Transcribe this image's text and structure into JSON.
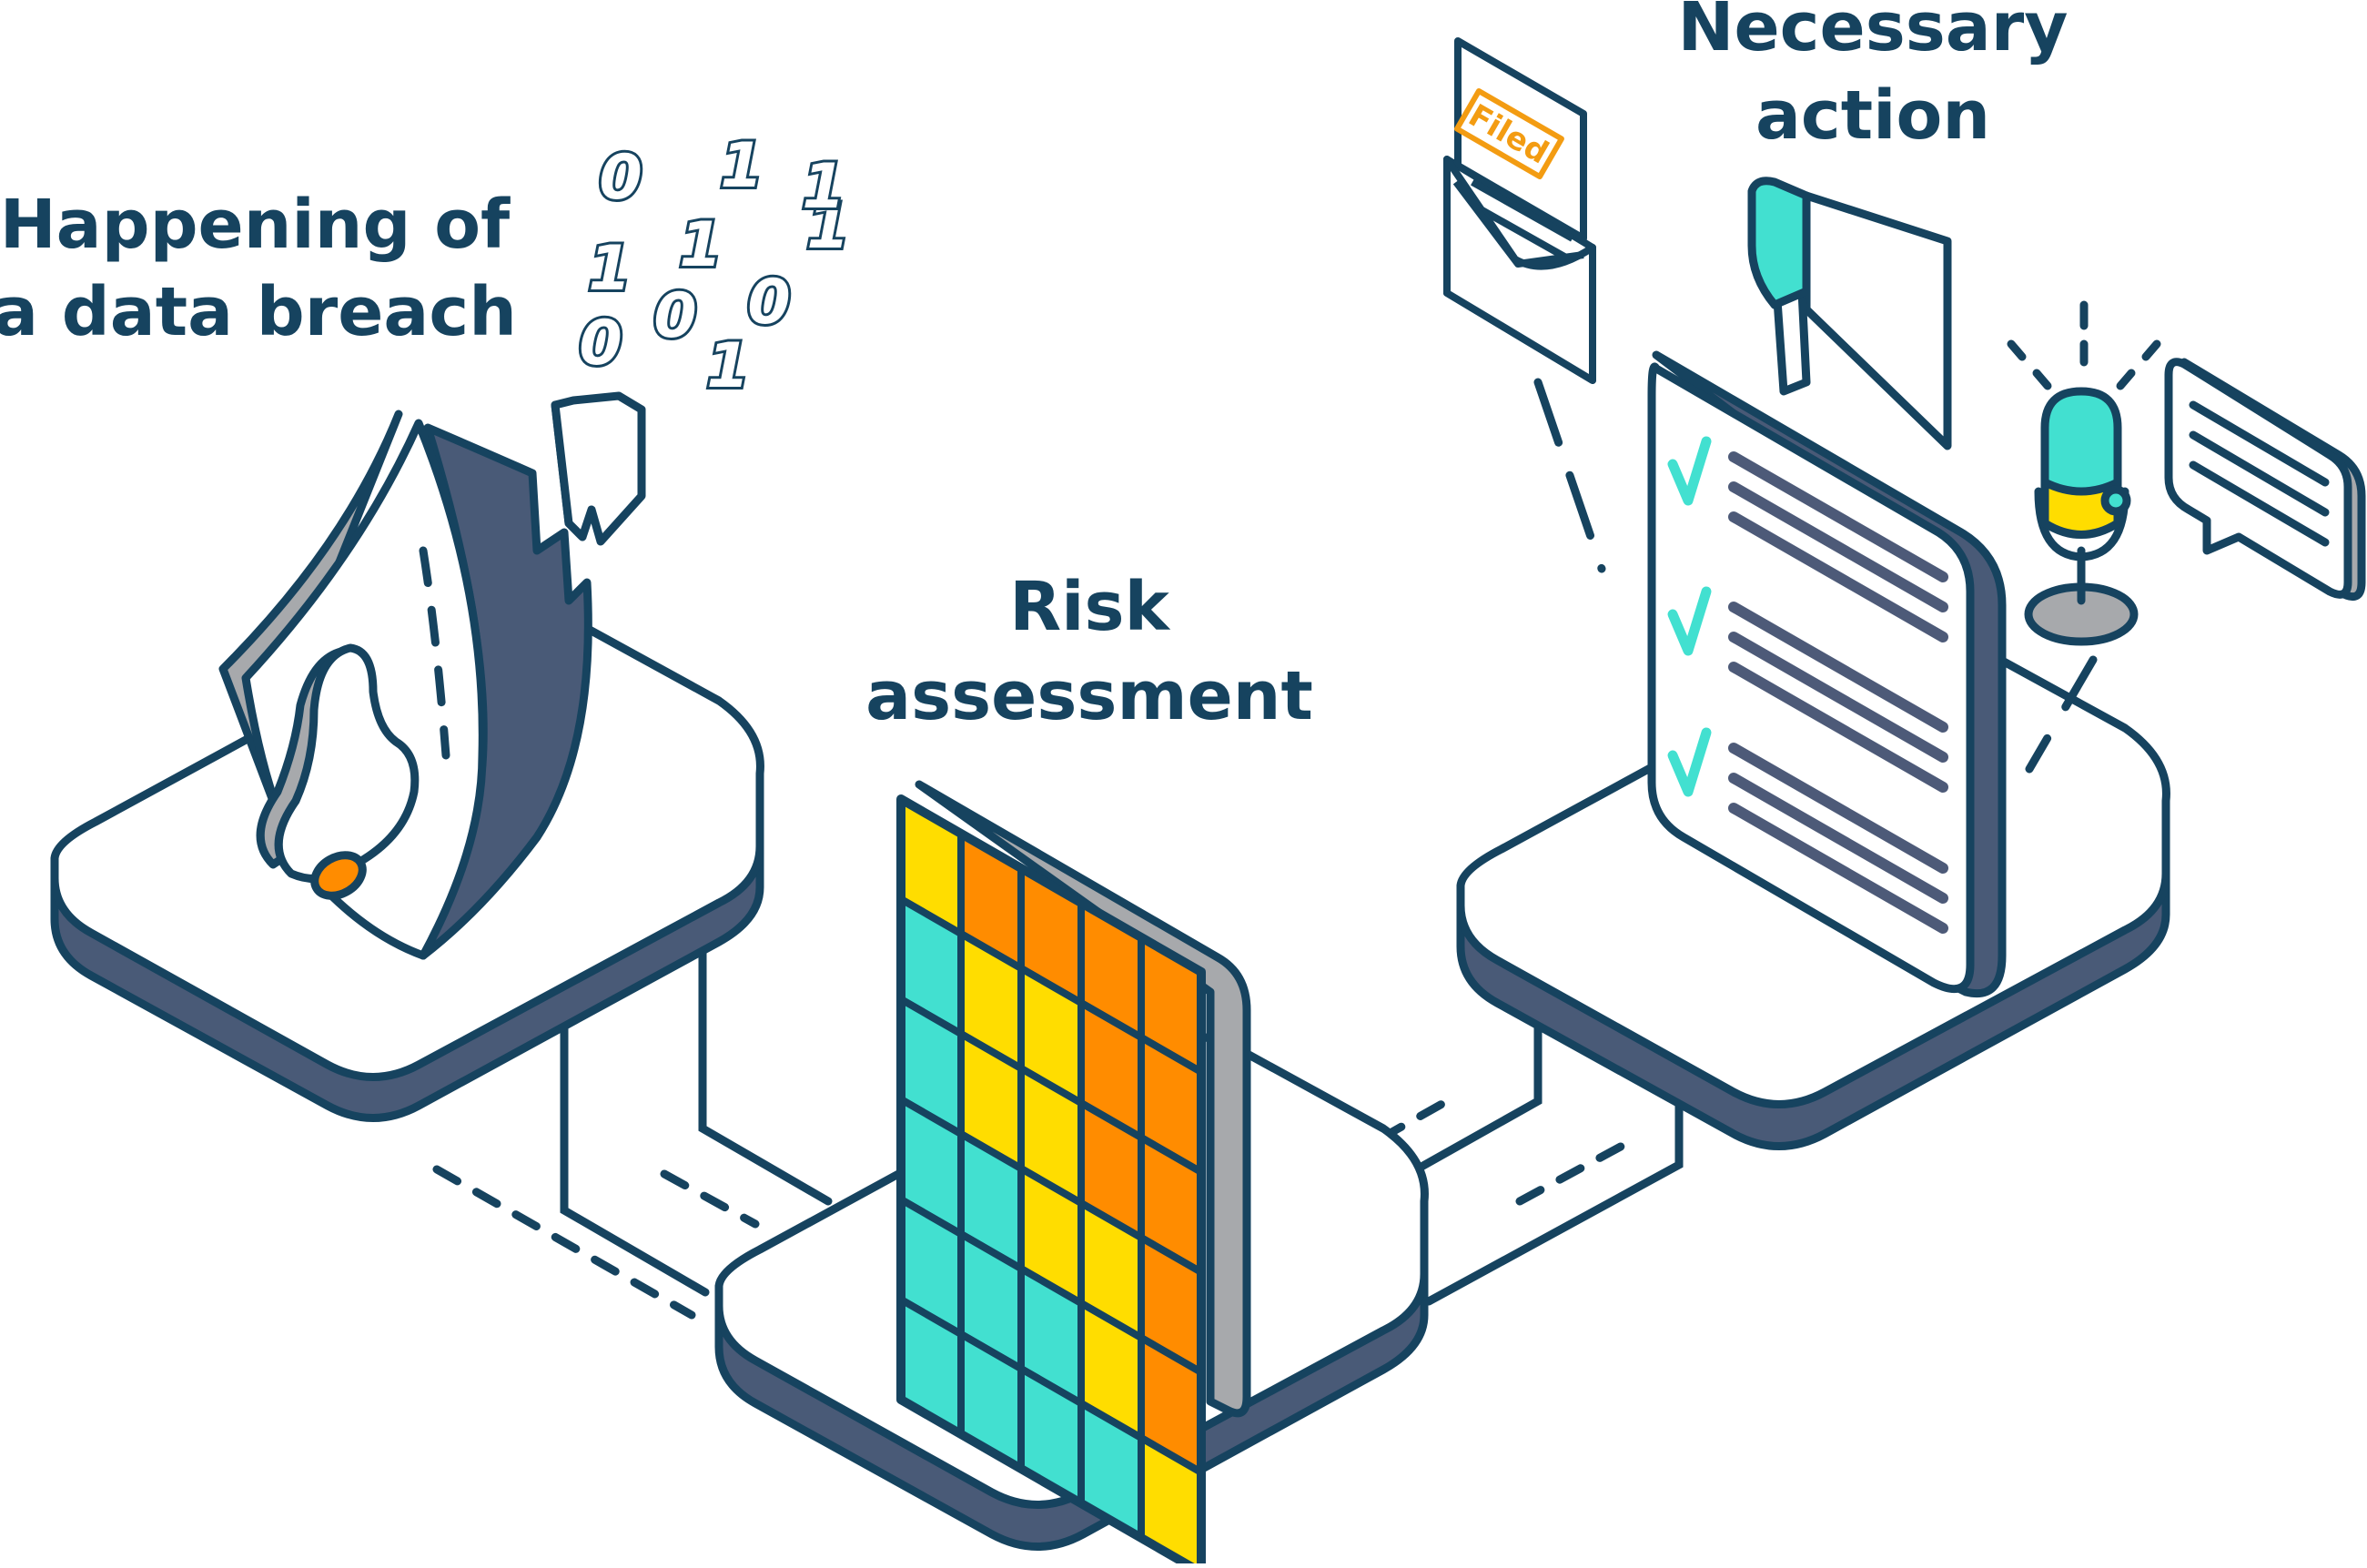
{
  "labels": {
    "breach_line1": "Happening of",
    "breach_line2": "a data breach",
    "risk_line1": "Risk",
    "risk_line2": "assessment",
    "action_line1": "Necessary",
    "action_line2": "action"
  },
  "binary_digits": [
    "0",
    "1",
    "1",
    "1",
    "1",
    "0",
    "0",
    "0",
    "1",
    "1"
  ],
  "stamp_text": "Filed",
  "risk_matrix": [
    [
      "yellow",
      "orange",
      "orange",
      "orange",
      "orange"
    ],
    [
      "teal",
      "yellow",
      "yellow",
      "orange",
      "orange"
    ],
    [
      "teal",
      "yellow",
      "yellow",
      "orange",
      "orange"
    ],
    [
      "teal",
      "teal",
      "yellow",
      "yellow",
      "orange"
    ],
    [
      "teal",
      "teal",
      "teal",
      "yellow",
      "orange"
    ],
    [
      "teal",
      "teal",
      "teal",
      "teal",
      "yellow"
    ]
  ],
  "colors": {
    "outline": "#16435f",
    "platform_side": "#495a77",
    "teal": "#42e0d0",
    "yellow": "#ffdd00",
    "orange": "#ff8c00",
    "grey": "#a7a9ac",
    "bar": "#4d5a78"
  }
}
